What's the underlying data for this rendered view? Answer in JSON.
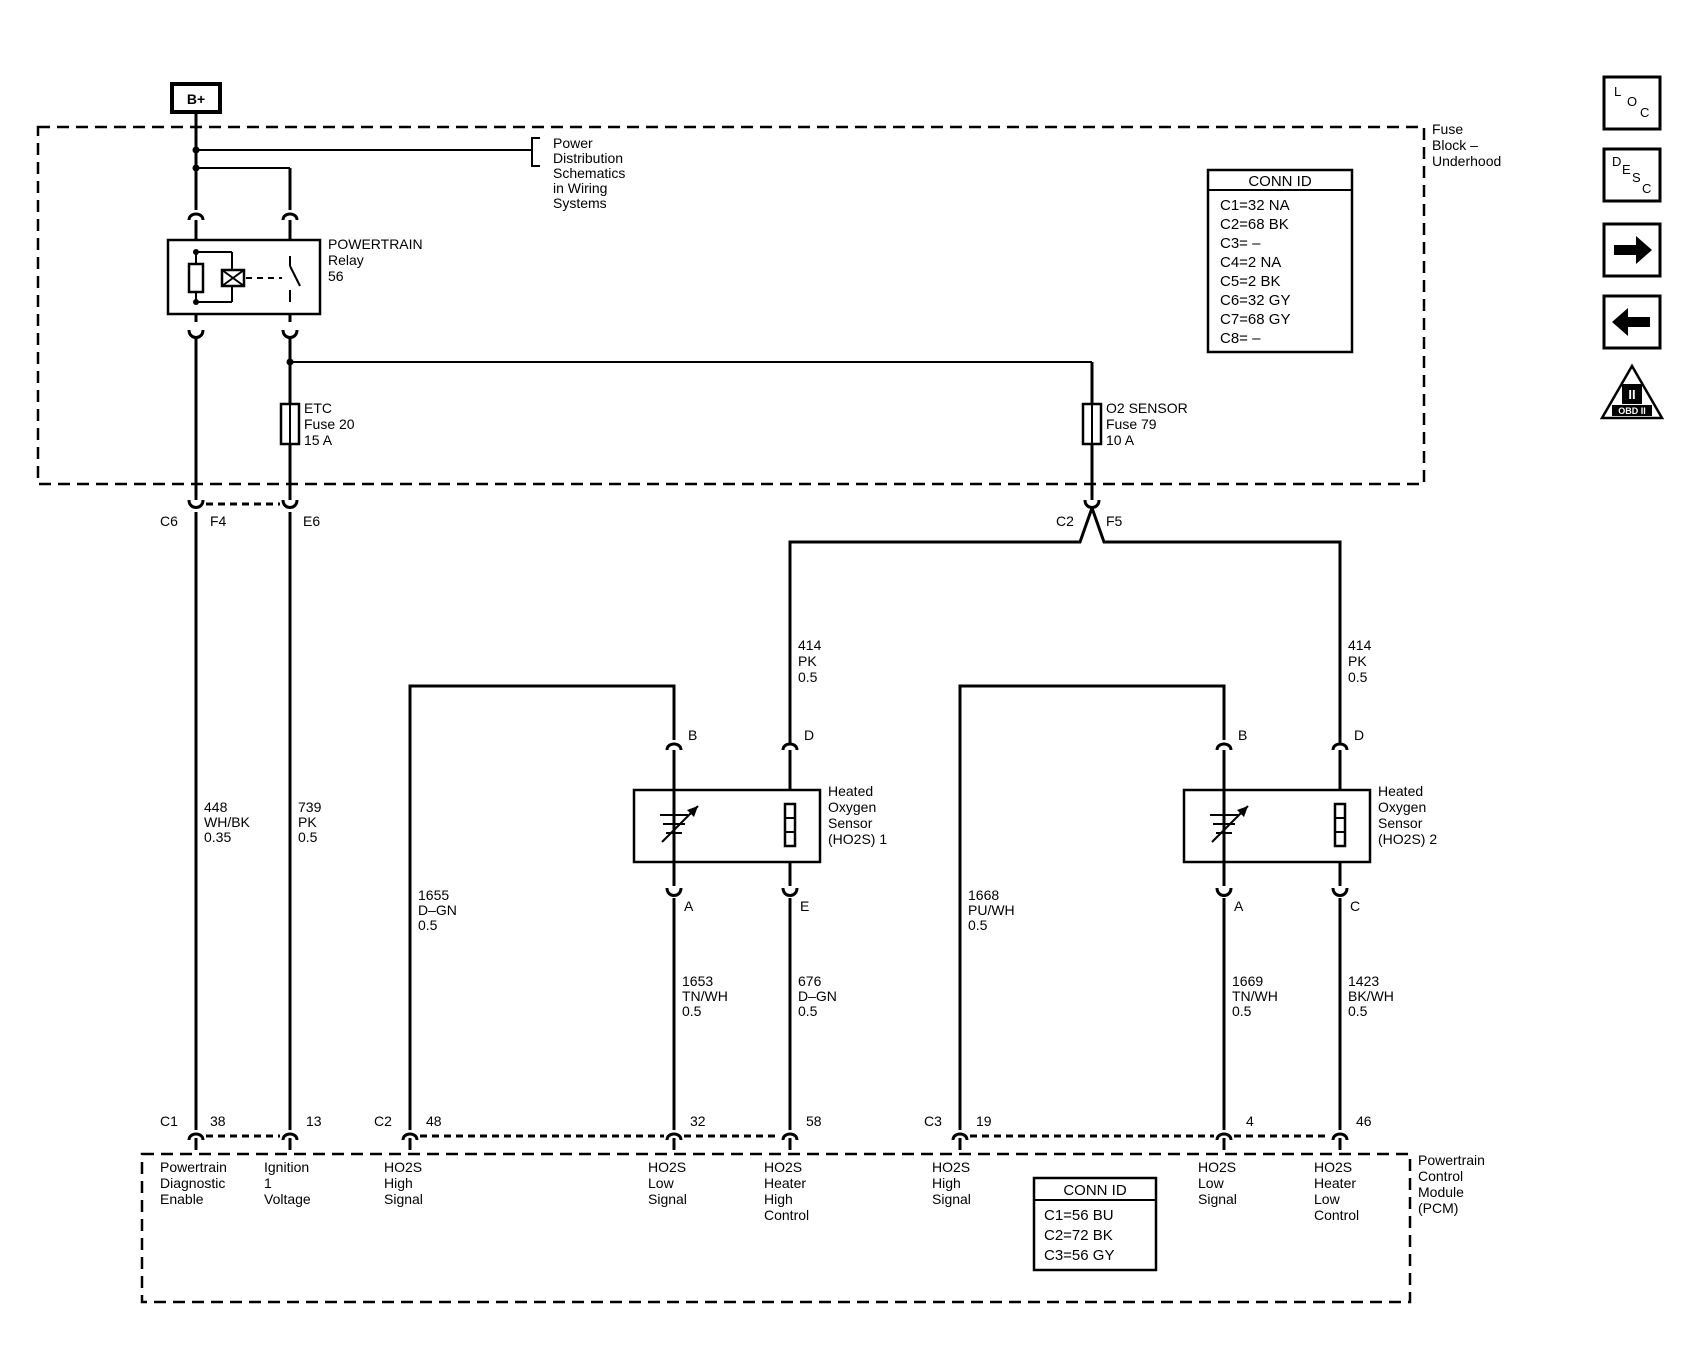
{
  "power_label": "B+",
  "fuse_block": {
    "line1": "Fuse",
    "line2": "Block –",
    "line3": "Underhood"
  },
  "power_dist": {
    "l1": "Power",
    "l2": "Distribution",
    "l3": "Schematics",
    "l4": "in Wiring",
    "l5": "Systems"
  },
  "relay": {
    "l1": "POWERTRAIN",
    "l2": "Relay",
    "l3": "56"
  },
  "fuse_etc": {
    "l1": "ETC",
    "l2": "Fuse 20",
    "l3": "15 A"
  },
  "fuse_o2": {
    "l1": "O2 SENSOR",
    "l2": "Fuse 79",
    "l3": "10 A"
  },
  "conn_top": {
    "title": "CONN ID",
    "rows": [
      "C1=32 NA",
      "C2=68 BK",
      "C3= –",
      "C4=2 NA",
      "C5=2 BK",
      "C6=32 GY",
      "C7=68 GY",
      "C8= –"
    ]
  },
  "conn_bottom": {
    "title": "CONN ID",
    "rows": [
      "C1=56 BU",
      "C2=72 BK",
      "C3=56 GY"
    ]
  },
  "fb_connectors": {
    "c6": "C6",
    "f4": "F4",
    "e6": "E6",
    "c2": "C2",
    "f5": "F5"
  },
  "wires": {
    "w448": {
      "n": "448",
      "c": "WH/BK",
      "s": "0.35"
    },
    "w739": {
      "n": "739",
      "c": "PK",
      "s": "0.5"
    },
    "w1655": {
      "n": "1655",
      "c": "D–GN",
      "s": "0.5"
    },
    "w414a": {
      "n": "414",
      "c": "PK",
      "s": "0.5"
    },
    "w1653": {
      "n": "1653",
      "c": "TN/WH",
      "s": "0.5"
    },
    "w676": {
      "n": "676",
      "c": "D–GN",
      "s": "0.5"
    },
    "w1668": {
      "n": "1668",
      "c": "PU/WH",
      "s": "0.5"
    },
    "w414b": {
      "n": "414",
      "c": "PK",
      "s": "0.5"
    },
    "w1669": {
      "n": "1669",
      "c": "TN/WH",
      "s": "0.5"
    },
    "w1423": {
      "n": "1423",
      "c": "BK/WH",
      "s": "0.5"
    }
  },
  "sensor1": {
    "l1": "Heated",
    "l2": "Oxygen",
    "l3": "Sensor",
    "l4": "(HO2S) 1",
    "pin_b": "B",
    "pin_d": "D",
    "pin_a": "A",
    "pin_e": "E"
  },
  "sensor2": {
    "l1": "Heated",
    "l2": "Oxygen",
    "l3": "Sensor",
    "l4": "(HO2S) 2",
    "pin_b": "B",
    "pin_d": "D",
    "pin_a": "A",
    "pin_c": "C"
  },
  "pcm_pins": {
    "c1": "C1",
    "p38": "38",
    "p13": "13",
    "c2": "C2",
    "p48": "48",
    "p32": "32",
    "p58": "58",
    "c3": "C3",
    "p19": "19",
    "p4": "4",
    "p46": "46"
  },
  "pcm": {
    "l1": "Powertrain",
    "l2": "Control",
    "l3": "Module",
    "l4": "(PCM)"
  },
  "pcm_circuits": {
    "pde": {
      "l1": "Powertrain",
      "l2": "Diagnostic",
      "l3": "Enable"
    },
    "ign": {
      "l1": "Ignition",
      "l2": "1",
      "l3": "Voltage"
    },
    "h1hs": {
      "l1": "HO2S",
      "l2": "High",
      "l3": "Signal"
    },
    "h1ls": {
      "l1": "HO2S",
      "l2": "Low",
      "l3": "Signal"
    },
    "h1hh": {
      "l1": "HO2S",
      "l2": "Heater",
      "l3": "High",
      "l4": "Control"
    },
    "h2hs": {
      "l1": "HO2S",
      "l2": "High",
      "l3": "Signal"
    },
    "h2ls": {
      "l1": "HO2S",
      "l2": "Low",
      "l3": "Signal"
    },
    "h2hl": {
      "l1": "HO2S",
      "l2": "Heater",
      "l3": "Low",
      "l4": "Control"
    }
  },
  "nav": {
    "loc": {
      "a": "L",
      "b": "O",
      "c": "C"
    },
    "desc": {
      "a": "D",
      "b": "E",
      "c": "S",
      "d": "C"
    },
    "obd": "OBD II",
    "obd_roman": "II"
  }
}
